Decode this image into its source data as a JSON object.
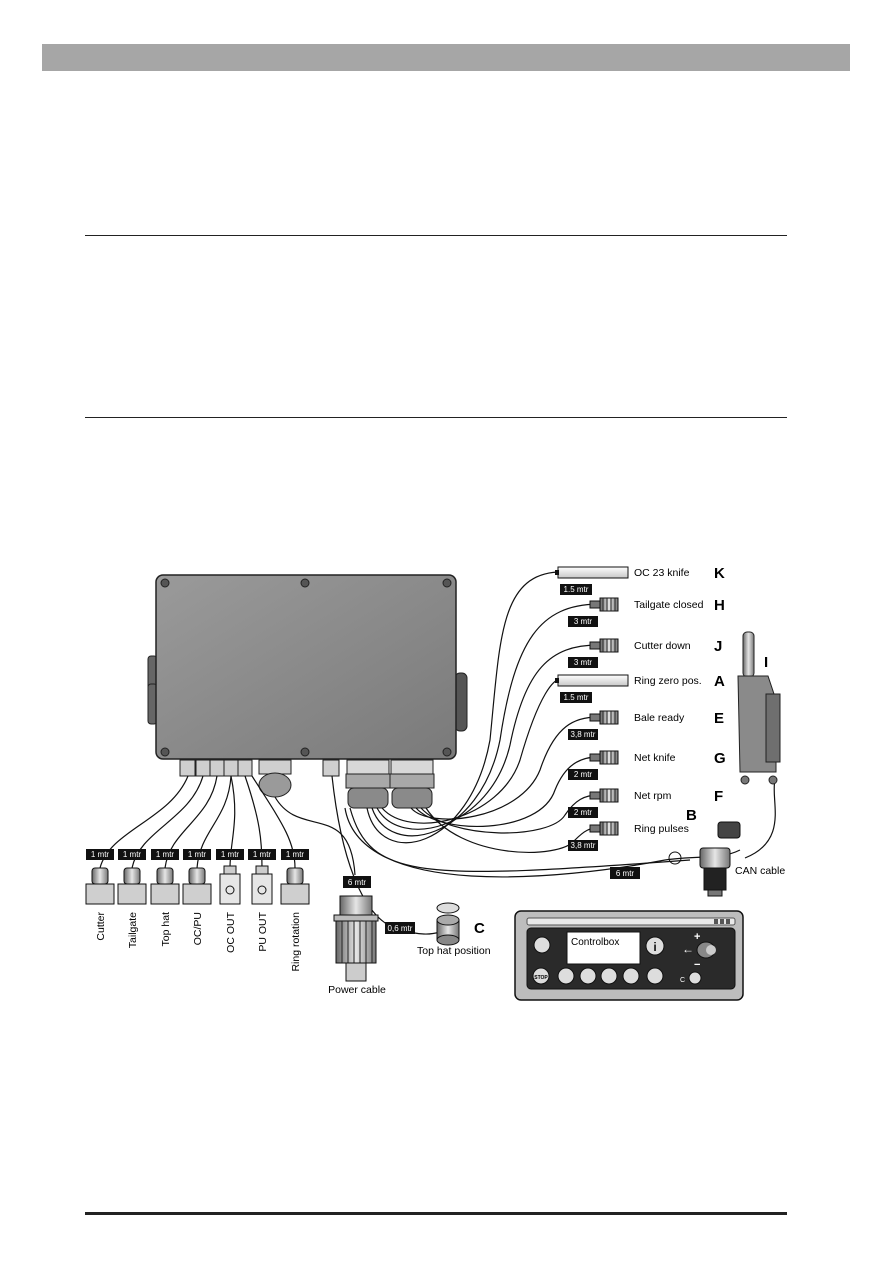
{
  "sensors": [
    {
      "label": "OC 23 knife",
      "length": "1.5 mtr",
      "letter": "K"
    },
    {
      "label": "Tailgate closed",
      "length": "3 mtr",
      "letter": "H"
    },
    {
      "label": "Cutter down",
      "length": "3 mtr",
      "letter": "J"
    },
    {
      "label": "Ring zero pos.",
      "length": "1.5 mtr",
      "letter": "A"
    },
    {
      "label": "Bale ready",
      "length": "3,8 mtr",
      "letter": "E"
    },
    {
      "label": "Net knife",
      "length": "2 mtr",
      "letter": "G"
    },
    {
      "label": "Net rpm",
      "length": "2 mtr",
      "letter": "F"
    },
    {
      "label": "Ring pulses",
      "length": "3,8 mtr",
      "letter": "B"
    }
  ],
  "actuator_letter": "I",
  "outputs": [
    {
      "label": "Cutter",
      "length": "1 mtr"
    },
    {
      "label": "Tailgate",
      "length": "1 mtr"
    },
    {
      "label": "Top hat",
      "length": "1 mtr"
    },
    {
      "label": "OC/PU",
      "length": "1 mtr"
    },
    {
      "label": "OC OUT",
      "length": "1 mtr"
    },
    {
      "label": "PU OUT",
      "length": "1 mtr"
    },
    {
      "label": "Ring rotation",
      "length": "1 mtr"
    }
  ],
  "power": {
    "label": "Power cable",
    "length": "6 mtr"
  },
  "top_hat": {
    "label": "Top hat position",
    "length": "0,6 mtr",
    "letter": "C"
  },
  "can": {
    "label": "CAN cable",
    "length": "6 mtr"
  },
  "controlbox": {
    "display": "Controlbox",
    "stop": "STOP",
    "plus": "+",
    "minus": "−",
    "c": "C"
  }
}
